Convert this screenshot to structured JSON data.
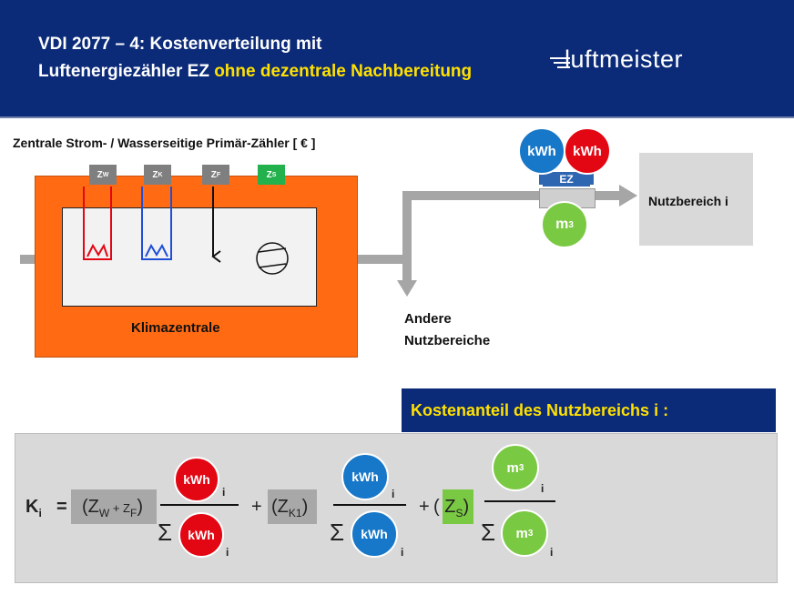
{
  "header": {
    "title_line1": "VDI 2077 – 4: Kostenverteilung mit",
    "title_line2_plain": "Luftenergiezähler EZ ",
    "title_line2_highlight": "ohne dezentrale Nachbereitung",
    "logo": "luftmeister",
    "background_color": "#0b2a78",
    "highlight_color": "#ffe100"
  },
  "diagram": {
    "primary_meters_label": "Zentrale Strom- / Wasserseitige Primär-Zähler  [ € ]",
    "meters": [
      {
        "main": "Z",
        "sub": "W",
        "color": "#7f7f7f"
      },
      {
        "main": "Z",
        "sub": "K",
        "color": "#7f7f7f"
      },
      {
        "main": "Z",
        "sub": "F",
        "color": "#7f7f7f"
      },
      {
        "main": "Z",
        "sub": "S",
        "color": "#22b14c"
      }
    ],
    "unit_label": "Klimazentrale",
    "unit_color": "#ff6a13",
    "other_areas_line1": "Andere",
    "other_areas_line2": "Nutzbereiche",
    "area_label": "Nutzbereich  i",
    "ez_label": "EZ",
    "kwh_label": "kWh",
    "m3_label": "m",
    "m3_sup": "3"
  },
  "formula": {
    "heading": "Kostenanteil des Nutzbereichs i :",
    "k": "K",
    "k_sub": "i",
    "equals": "=",
    "term1_open": "(Z",
    "term1_w": "W",
    "term1_plus": " + Z",
    "term1_f": "F",
    "term1_close": ")",
    "term2_open": "(Z",
    "term2_sub": "K1",
    "term2_close": ")",
    "term3_open": "( Z",
    "term3_sub": "S",
    "term3_close": ")",
    "plus": "+",
    "sigma": "Σ",
    "index_i": "i",
    "kwh": "kWh",
    "m": "m",
    "sup3": "3"
  }
}
